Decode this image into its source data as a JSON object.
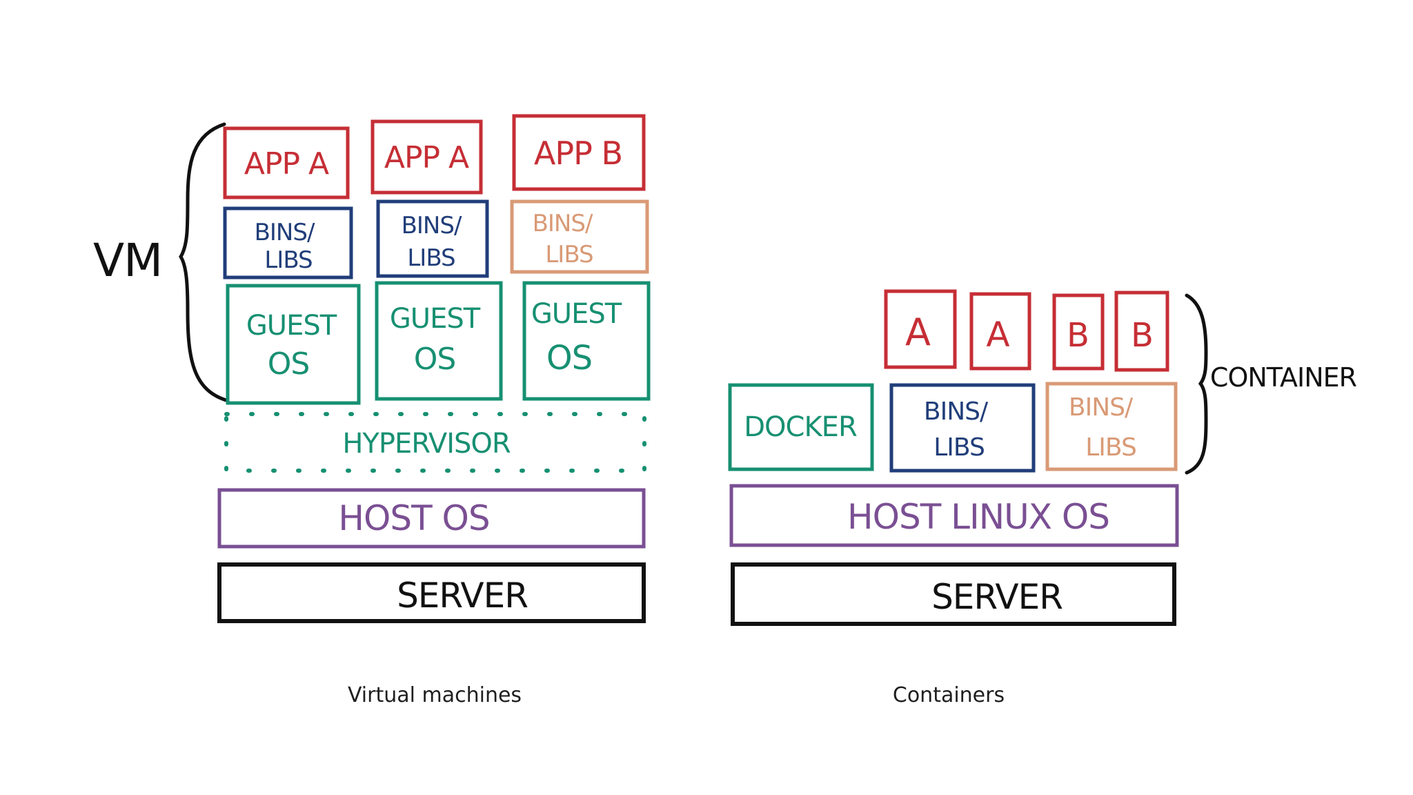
{
  "colors": {
    "app": "#c62e35",
    "bins_blue": "#213e7a",
    "bins_orange": "#d99a76",
    "guest": "#179072",
    "hypervisor": "#179072",
    "host": "#7a4f93",
    "server": "#111111",
    "docker": "#179072",
    "brace": "#111111"
  },
  "vm": {
    "brace_label": "VM",
    "apps": [
      "APP A",
      "APP A",
      "APP B"
    ],
    "bins": [
      [
        "BINS/",
        "LIBS"
      ],
      [
        "BINS/",
        "LIBS"
      ],
      [
        "BINS/",
        "LIBS"
      ]
    ],
    "guest": [
      [
        "GUEST",
        "OS"
      ],
      [
        "GUEST",
        "OS"
      ],
      [
        "GUEST",
        "OS"
      ]
    ],
    "hypervisor": "HYPERVISOR",
    "host_os": "HOST OS",
    "server": "SERVER",
    "caption": "Virtual machines"
  },
  "containers": {
    "brace_label": "CONTAINER",
    "apps": [
      "A",
      "A",
      "B",
      "B"
    ],
    "docker": "DOCKER",
    "bins": [
      [
        "BINS/",
        "LIBS"
      ],
      [
        "BINS/",
        "LIBS"
      ]
    ],
    "host_os": "HOST LINUX OS",
    "server": "SERVER",
    "caption": "Containers"
  }
}
